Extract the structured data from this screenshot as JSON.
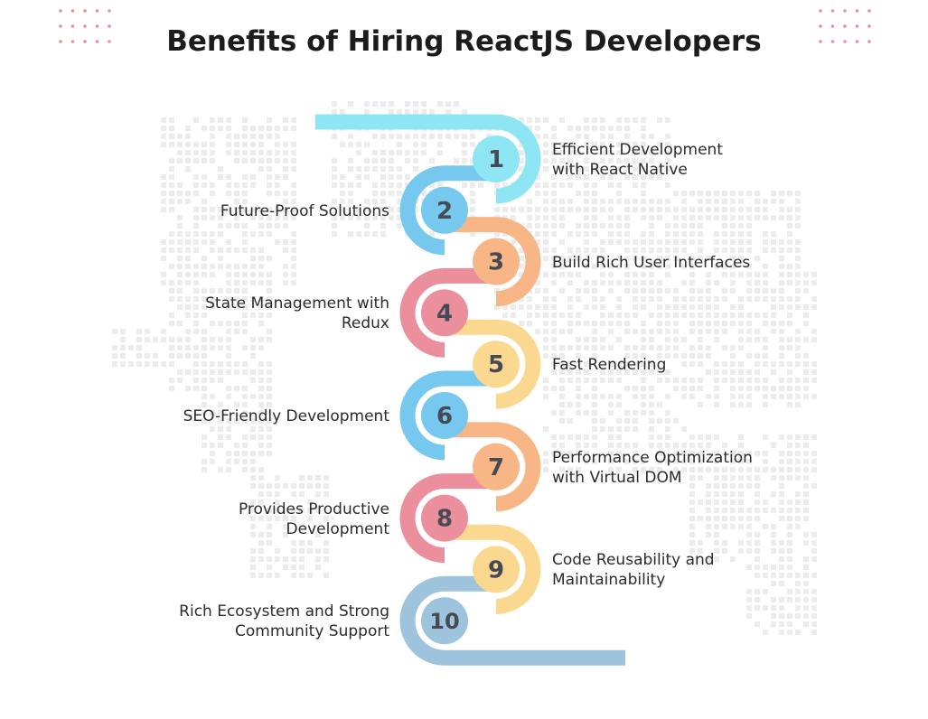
{
  "title": "Benefits of Hiring ReactJS Developers",
  "colors": {
    "cyan": "#8ee6f5",
    "blue": "#76c8ef",
    "orange": "#f8b687",
    "pink": "#ec8f9d",
    "yellow": "#fbd88f",
    "steel": "#9dc4dc",
    "dots": "#ec8d97",
    "map": "#ececec"
  },
  "items": [
    {
      "number": "1",
      "lines": [
        "Efficient Development",
        "with React Native"
      ],
      "side": "right",
      "color": "cyan"
    },
    {
      "number": "2",
      "lines": [
        "Future-Proof Solutions"
      ],
      "side": "left",
      "color": "blue"
    },
    {
      "number": "3",
      "lines": [
        "Build Rich User Interfaces"
      ],
      "side": "right",
      "color": "orange"
    },
    {
      "number": "4",
      "lines": [
        "State Management with",
        "Redux"
      ],
      "side": "left",
      "color": "pink"
    },
    {
      "number": "5",
      "lines": [
        "Fast Rendering"
      ],
      "side": "right",
      "color": "yellow"
    },
    {
      "number": "6",
      "lines": [
        "SEO-Friendly Development"
      ],
      "side": "left",
      "color": "blue"
    },
    {
      "number": "7",
      "lines": [
        "Performance Optimization",
        "with Virtual DOM"
      ],
      "side": "right",
      "color": "orange"
    },
    {
      "number": "8",
      "lines": [
        "Provides Productive",
        "Development"
      ],
      "side": "left",
      "color": "pink"
    },
    {
      "number": "9",
      "lines": [
        "Code Reusability and",
        "Maintainability"
      ],
      "side": "right",
      "color": "yellow"
    },
    {
      "number": "10",
      "lines": [
        "Rich Ecosystem and Strong",
        "Community Support"
      ],
      "side": "left",
      "color": "steel"
    }
  ]
}
